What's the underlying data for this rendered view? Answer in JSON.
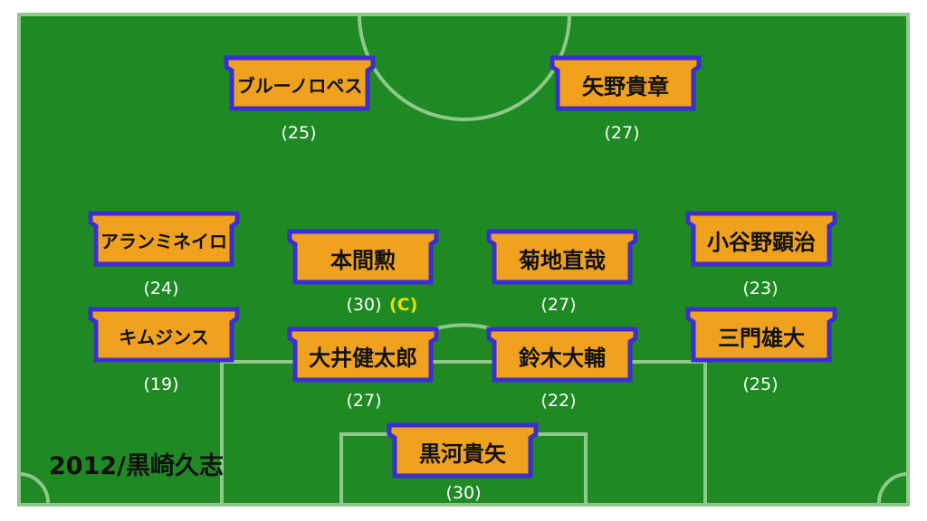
{
  "season_label": "2012/黒崎久志",
  "captain_mark": "(C)",
  "colors": {
    "pitch": "#1f8a24",
    "lines": "#8fc98a",
    "badge_fill": "#f0a21e",
    "badge_border": "#3c2fd0",
    "age_text": "#ffffff",
    "captain_text": "#e8e000"
  },
  "players": {
    "fw_left": {
      "name": "ブルーノロペス",
      "age": "(25)"
    },
    "fw_right": {
      "name": "矢野貴章",
      "age": "(27)"
    },
    "lm": {
      "name": "アランミネイロ",
      "age": "(24)"
    },
    "cm_left": {
      "name": "本間勲",
      "age": "(30)"
    },
    "cm_right": {
      "name": "菊地直哉",
      "age": "(27)"
    },
    "rm": {
      "name": "小谷野顕治",
      "age": "(23)"
    },
    "lb": {
      "name": "キムジンス",
      "age": "(19)"
    },
    "cb_left": {
      "name": "大井健太郎",
      "age": "(27)"
    },
    "cb_right": {
      "name": "鈴木大輔",
      "age": "(22)"
    },
    "rb": {
      "name": "三門雄大",
      "age": "(25)"
    },
    "gk": {
      "name": "黒河貴矢",
      "age": "(30)"
    }
  }
}
